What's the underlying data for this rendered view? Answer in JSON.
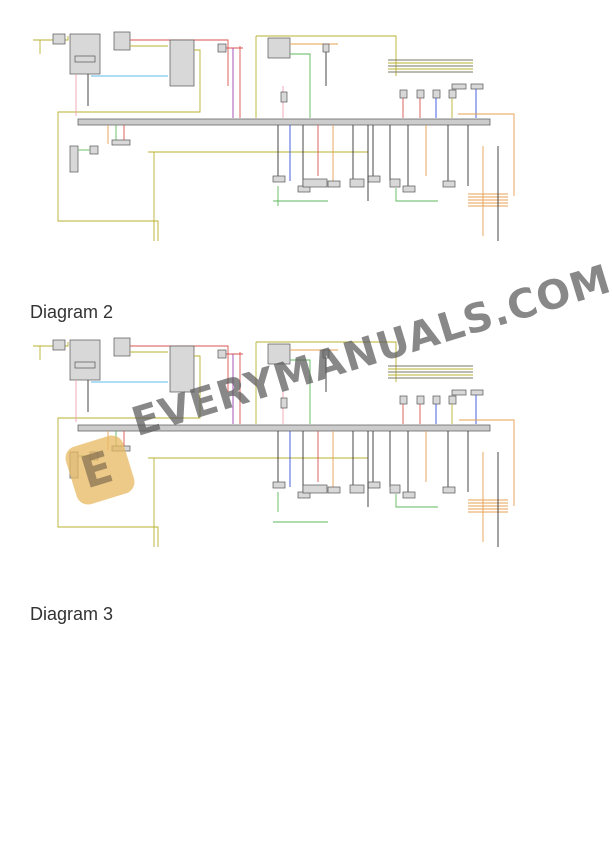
{
  "page": {
    "diagrams": [
      {
        "id": "diagram-1",
        "heading": ""
      },
      {
        "id": "diagram-2",
        "heading": "Diagram 2"
      },
      {
        "id": "diagram-3",
        "heading": "Diagram 3"
      }
    ]
  },
  "watermark": {
    "text": "EVERYMANUALS.COM",
    "logo_letter": "E",
    "logo_color": "#e8b860"
  },
  "wire_colors": {
    "red": "#d9534f",
    "yellow": "#b8b030",
    "green": "#5cb85c",
    "blue": "#3050e0",
    "purple": "#9b40b0",
    "orange": "#e8a050",
    "pink": "#f0a0b0",
    "lightblue": "#60b8e8",
    "black": "#333333",
    "gray_bus": "#9a9a9a"
  }
}
